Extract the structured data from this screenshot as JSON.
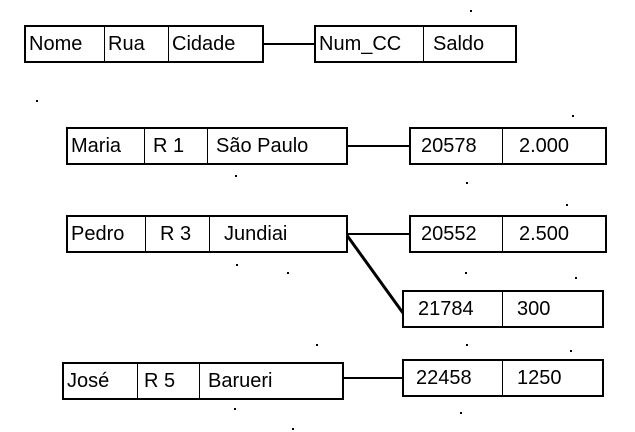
{
  "header": {
    "left": [
      "Nome",
      "Rua",
      "Cidade"
    ],
    "right": [
      "Num_CC",
      "Saldo"
    ]
  },
  "clientes": [
    {
      "nome": "Maria",
      "rua": "R 1",
      "cidade": "São Paulo"
    },
    {
      "nome": "Pedro",
      "rua": "R 3",
      "cidade": "Jundiai"
    },
    {
      "nome": "José",
      "rua": "R 5",
      "cidade": "Barueri"
    }
  ],
  "contas": [
    {
      "num": "20578",
      "saldo": "2.000"
    },
    {
      "num": "20552",
      "saldo": "2.500"
    },
    {
      "num": "21784",
      "saldo": "300"
    },
    {
      "num": "22458",
      "saldo": "1250"
    }
  ],
  "links": [
    {
      "from": "Maria",
      "to": "20578"
    },
    {
      "from": "Pedro",
      "to": "20552"
    },
    {
      "from": "Pedro",
      "to": "21784"
    },
    {
      "from": "José",
      "to": "22458"
    }
  ]
}
